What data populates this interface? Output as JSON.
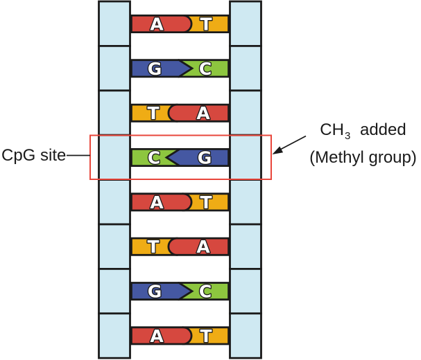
{
  "labels": {
    "cpg_site": "CpG site",
    "methyl_prefix": "CH",
    "methyl_subscript": "3",
    "methyl_suffix": " added",
    "methyl_line2": "(Methyl group)"
  },
  "ladder": {
    "rows": [
      {
        "left": "A",
        "right": "T",
        "highlighted": false
      },
      {
        "left": "G",
        "right": "C",
        "highlighted": false
      },
      {
        "left": "T",
        "right": "A",
        "highlighted": false
      },
      {
        "left": "C",
        "right": "G",
        "highlighted": true
      },
      {
        "left": "A",
        "right": "T",
        "highlighted": false
      },
      {
        "left": "T",
        "right": "A",
        "highlighted": false
      },
      {
        "left": "G",
        "right": "C",
        "highlighted": false
      },
      {
        "left": "A",
        "right": "T",
        "highlighted": false
      }
    ]
  },
  "colors": {
    "adenine_red": "#d6483f",
    "thymine_orange": "#efac15",
    "guanine_blue": "#4558a2",
    "cytosine_green": "#8dc63f",
    "backbone_blue": "#cfe9f2",
    "outline_black": "#1a1a1a",
    "highlight_red": "#e8463b"
  }
}
